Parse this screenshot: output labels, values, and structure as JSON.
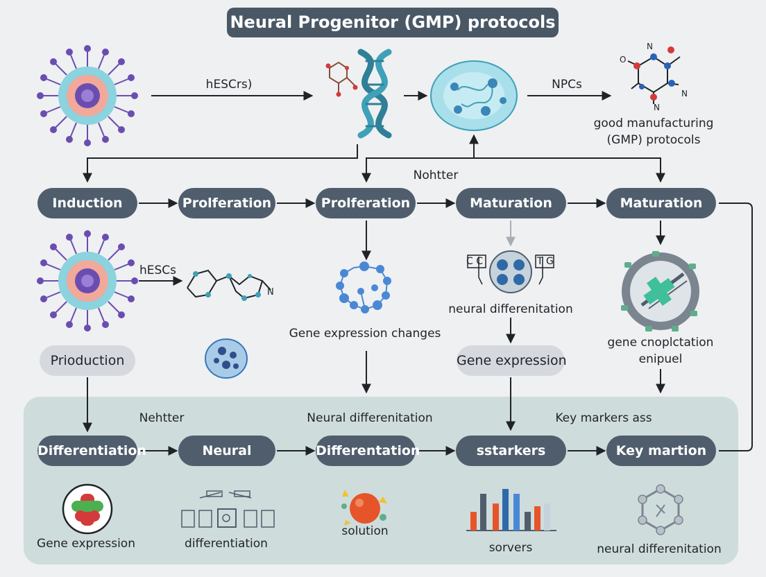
{
  "title": "Neural Progenitor (GMP) protocols",
  "row1": {
    "hescrs": "hESCrs)",
    "npcs": "NPCs",
    "gmp_line1": "good manufacturing",
    "gmp_line2": "(GMP) protocols",
    "mol_o": "O",
    "mol_n1": "N",
    "mol_n2": "N",
    "mol_n3": "N"
  },
  "row2": {
    "nohtter": "Nohtter",
    "pills": [
      "Induction",
      "Prolferation",
      "Prolferation",
      "Maturation",
      "Maturation"
    ]
  },
  "row3": {
    "hescs": "hESCs",
    "mol_n": "N",
    "gene_changes": "Gene expression changes",
    "tag_left": "C C",
    "tag_right": "T G",
    "neural_diff": "neural differenitation",
    "gene_cnop_1": "gene cnoplctation",
    "gene_cnop_2": "enipuel"
  },
  "row4": {
    "prioduction": "Prioduction",
    "gene_expression": "Gene expression"
  },
  "panel": {
    "nehtter": "Nehtter",
    "neural_differentiation": "Neural differenitation",
    "key_markers": "Key markers ass",
    "pills": [
      "Differentiation",
      "Neural",
      "Differentation",
      "sstarkers",
      "Key martion"
    ],
    "icon_labels": [
      "Gene expression",
      "differentiation",
      "solution",
      "sorvers",
      "neural differenitation"
    ]
  },
  "colors": {
    "pill": "#4f5d6c",
    "title_bg": "#4a5866",
    "panel_bg": "#cfdcdc",
    "arrow": "#1f2328",
    "cell_purple": "#6b4db0",
    "cell_teal": "#8ad3df",
    "helix": "#2f7f97"
  }
}
